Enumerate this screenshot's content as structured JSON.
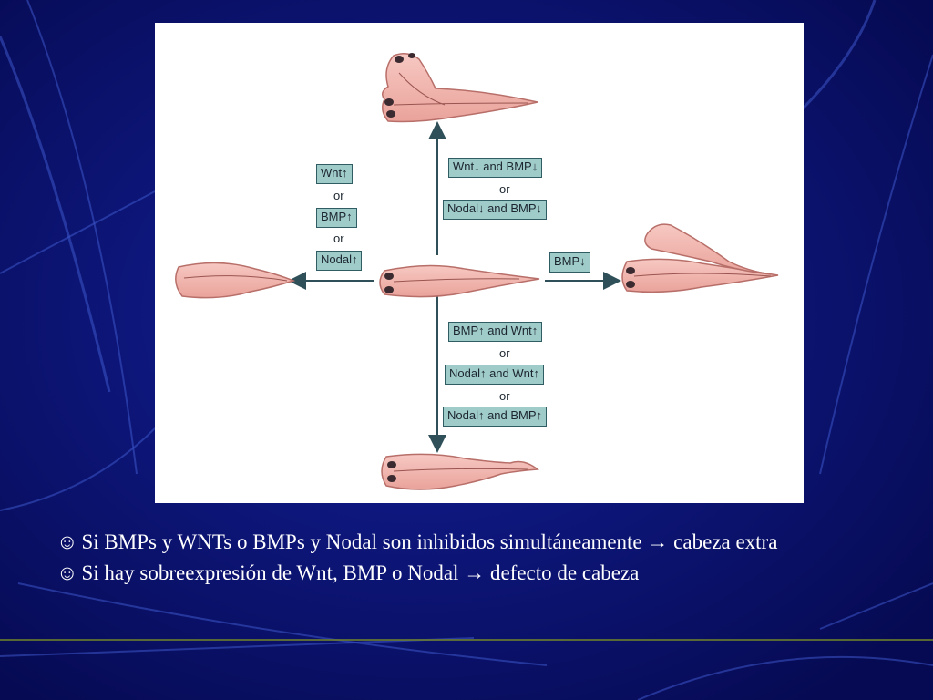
{
  "diagram": {
    "left_group": {
      "l1": "Wnt↑",
      "or1": "or",
      "l2": "BMP↑",
      "or2": "or",
      "l3": "Nodal↑"
    },
    "top_group": {
      "l1": "Wnt↓ and BMP↓",
      "or1": "or",
      "l2": "Nodal↓ and BMP↓"
    },
    "right_group": {
      "l1": "BMP↓"
    },
    "bottom_group": {
      "l1": "BMP↑ and Wnt↑",
      "or1": "or",
      "l2": "Nodal↑ and Wnt↑",
      "or2": "or",
      "l3": "Nodal↑ and BMP↑"
    }
  },
  "bullets": [
    {
      "icon": "smiley-icon",
      "symbol": "☺",
      "text_a": "Si BMPs y WNTs  o BMPs y Nodal son inhibidos simultáneamente",
      "arrow": "→",
      "text_b": "cabeza extra"
    },
    {
      "icon": "smiley-icon",
      "symbol": "☺",
      "text_a": "Si hay sobreexpresión de Wnt, BMP o Nodal",
      "arrow": "→",
      "text_b": "defecto de cabeza"
    }
  ],
  "colors": {
    "background": "#0a0f6a",
    "embryo": "#f4b7b0",
    "label_box": "#9fcbc9",
    "arrow": "#2f4f59"
  }
}
